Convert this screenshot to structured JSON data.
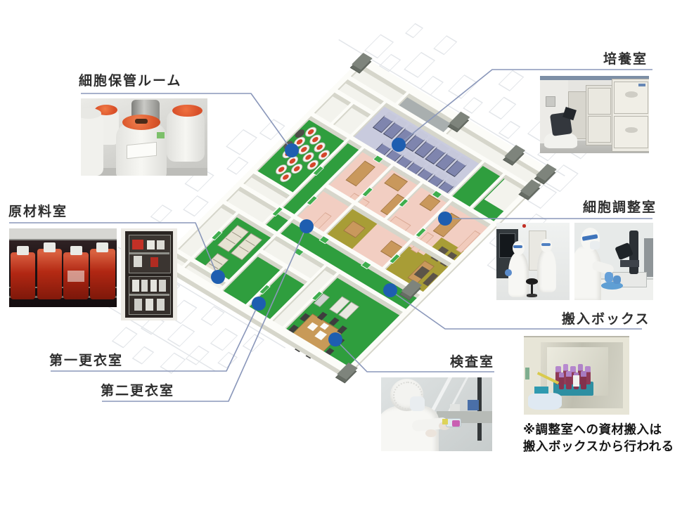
{
  "diagram": {
    "rooms": [
      {
        "id": "cell-storage",
        "label": "細胞保管ルーム"
      },
      {
        "id": "culture",
        "label": "培養室"
      },
      {
        "id": "raw-material",
        "label": "原材料室"
      },
      {
        "id": "cell-processing",
        "label": "細胞調整室"
      },
      {
        "id": "carry-in-box",
        "label": "搬入ボックス"
      },
      {
        "id": "changing-room-1",
        "label": "第一更衣室"
      },
      {
        "id": "changing-room-2",
        "label": "第二更衣室"
      },
      {
        "id": "inspection",
        "label": "検査室"
      }
    ],
    "note": {
      "line1": "※調整室への資材搬入は",
      "line2": "搬入ボックスから行われる"
    },
    "colors": {
      "marker_blue": "#1e5eb0",
      "leader_line": "#8a97ba",
      "floor_green": "#2f9e3e",
      "zone_pink": "#f2cec2",
      "zone_lavender": "#c9cbde",
      "zone_olive": "#a89d36",
      "label_text": "#2e2e2e"
    }
  }
}
